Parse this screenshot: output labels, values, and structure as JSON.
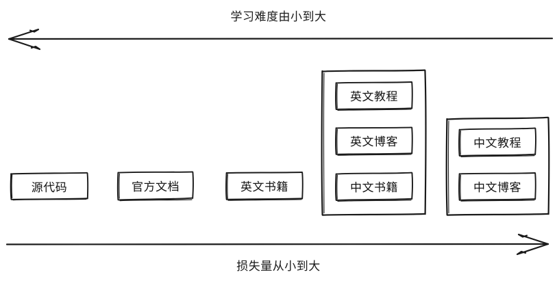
{
  "diagram": {
    "title_top": "学习难度由小到大",
    "title_bottom": "损失量从小到大",
    "stroke_color": "#1a1a1a",
    "background_color": "#ffffff",
    "axes": [
      {
        "name": "difficulty-axis",
        "label": "学习难度由小到大",
        "direction": "left",
        "position": "top"
      },
      {
        "name": "loss-axis",
        "label": "损失量从小到大",
        "direction": "right",
        "position": "bottom"
      }
    ],
    "nodes": [
      {
        "id": "n1",
        "label": "源代码"
      },
      {
        "id": "n2",
        "label": "官方文档"
      },
      {
        "id": "n3",
        "label": "英文书籍"
      },
      {
        "id": "n4a",
        "label": "英文教程"
      },
      {
        "id": "n4b",
        "label": "英文博客"
      },
      {
        "id": "n4c",
        "label": "中文书籍"
      },
      {
        "id": "n5a",
        "label": "中文教程"
      },
      {
        "id": "n5b",
        "label": "中文博客"
      }
    ],
    "groups": [
      {
        "id": "g1",
        "members": [
          "英文教程",
          "英文博客",
          "中文书籍"
        ]
      },
      {
        "id": "g2",
        "members": [
          "中文教程",
          "中文博客"
        ]
      }
    ]
  }
}
